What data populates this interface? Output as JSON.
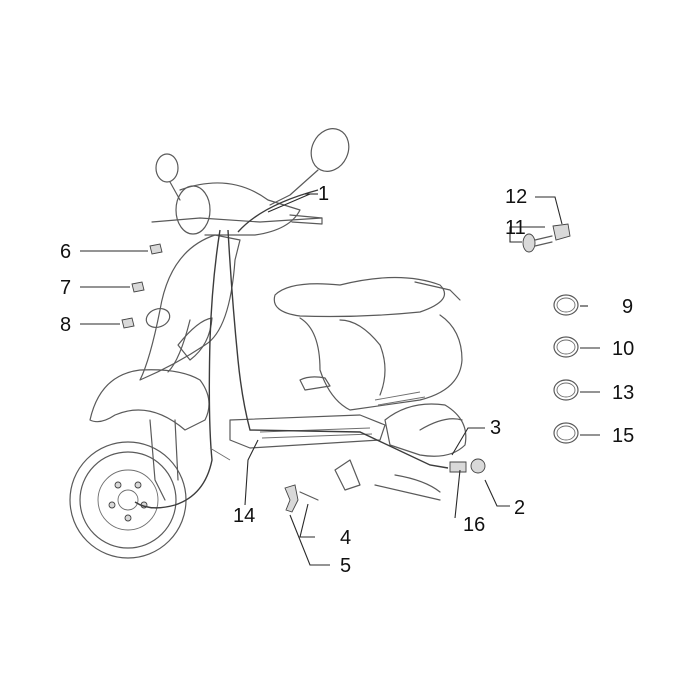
{
  "colors": {
    "background": "#ffffff",
    "drawing": "#5a5a5a",
    "labels": "#111111"
  },
  "callouts": {
    "c1": "1",
    "c2": "2",
    "c3": "3",
    "c4": "4",
    "c5": "5",
    "c6": "6",
    "c7": "7",
    "c8": "8",
    "c9": "9",
    "c10": "10",
    "c11": "11",
    "c12": "12",
    "c13": "13",
    "c14": "14",
    "c15": "15",
    "c16": "16"
  }
}
